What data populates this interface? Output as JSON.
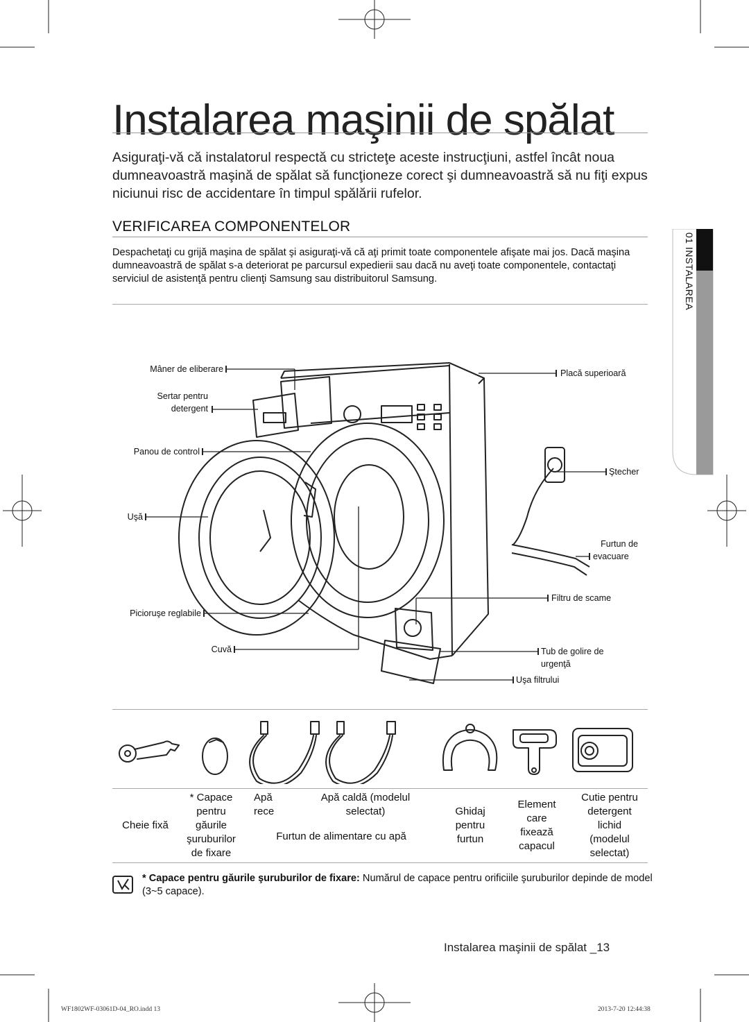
{
  "page": {
    "title": "Instalarea maşinii de spălat",
    "intro": "Asiguraţi-vă că instalatorul respectă cu stricteţe aceste instrucţiuni, astfel încât noua dumneavoastră maşină de spălat să funcţioneze corect şi dumneavoastră să nu fiţi expus niciunui risc de accidentare în timpul spălării rufelor.",
    "section_title": "VERIFICAREA COMPONENTELOR",
    "section_body": "Despachetaţi cu grijă maşina de spălat şi asiguraţi-vă că aţi primit toate componentele afişate mai jos. Dacă maşina dumneavoastră de spălat s-a deteriorat pe parcursul expedierii sau dacă nu aveţi toate componentele, contactaţi serviciul de asistenţă pentru clienţi Samsung sau distribuitorul Samsung.",
    "side_tab": "01 INSTALAREA"
  },
  "diagram_labels": {
    "maner": "Mâner de eliberare",
    "sertar_1": "Sertar pentru",
    "sertar_2": "detergent",
    "panou": "Panou de control",
    "usa": "Uşă",
    "picioruse": "Picioruşe reglabile",
    "cuva": "Cuvă",
    "placa": "Placă superioară",
    "stecher": "Ştecher",
    "furtun_ev_1": "Furtun de",
    "furtun_ev_2": "evacuare",
    "filtru": "Filtru de scame",
    "tub_1": "Tub de golire de",
    "tub_2": "urgenţă",
    "usa_filtru": "Uşa filtrului"
  },
  "parts": {
    "cheie": "Cheie fixă",
    "capace": [
      "* Capace",
      "pentru",
      "găurile",
      "şuruburilor",
      "de fixare"
    ],
    "apa_rece": [
      "Apă",
      "rece"
    ],
    "apa_calda": [
      "Apă caldă (modelul",
      "selectat)"
    ],
    "furtun_alimentare": "Furtun de alimentare cu apă",
    "ghidaj": [
      "Ghidaj",
      "pentru",
      "furtun"
    ],
    "element": [
      "Element",
      "care",
      "fixează",
      "capacul"
    ],
    "cutie": [
      "Cutie pentru",
      "detergent",
      "lichid",
      "(modelul",
      "selectat)"
    ]
  },
  "note": {
    "bold": "* Capace pentru găurile şuruburilor de fixare:",
    "text": " Numărul de capace pentru orificiile şuruburilor depinde de model (3~5 capace)."
  },
  "footer": {
    "page_label": "Instalarea maşinii de spălat",
    "page_number": "_13",
    "file": "WF1802WF-03061D-04_RO.indd   13",
    "date": "2013-7-20   12:44:38"
  }
}
